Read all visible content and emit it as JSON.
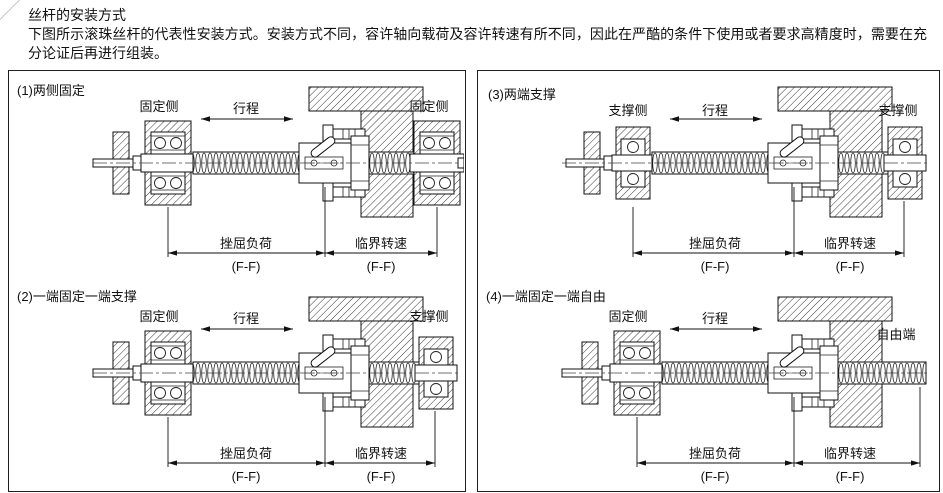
{
  "page": {
    "title": "丝杆的安装方式",
    "intro": "下图所示滚珠丝杆的代表性安装方式。安装方式不同，容许轴向载荷及容许转速有所不同，因此在严酷的条件下使用或者要求高精度时，需要在充分论证后再进行组装。"
  },
  "diagrams": [
    {
      "caption": "(1)两侧固定",
      "left_label": "固定侧",
      "stroke_label": "行程",
      "right_label": "固定侧",
      "dim1_label": "挫屈负荷",
      "dim1_sub": "(F-F)",
      "dim2_label": "临界转速",
      "dim2_sub": "(F-F)",
      "left_end": "fixed",
      "right_end": "fixed"
    },
    {
      "caption": "(2)一端固定一端支撑",
      "left_label": "固定侧",
      "stroke_label": "行程",
      "right_label": "支撑侧",
      "dim1_label": "挫屈负荷",
      "dim1_sub": "(F-F)",
      "dim2_label": "临界转速",
      "dim2_sub": "(F-F)",
      "left_end": "fixed",
      "right_end": "support"
    },
    {
      "caption": "(3)两端支撑",
      "left_label": "支撑侧",
      "stroke_label": "行程",
      "right_label": "支撑侧",
      "dim1_label": "挫屈负荷",
      "dim1_sub": "(F-F)",
      "dim2_label": "临界转速",
      "dim2_sub": "(F-F)",
      "left_end": "support",
      "right_end": "support"
    },
    {
      "caption": "(4)一端固定一端自由",
      "left_label": "固定侧",
      "stroke_label": "行程",
      "right_label": "自由端",
      "dim1_label": "挫屈负荷",
      "dim1_sub": "(F-F)",
      "dim2_label": "临界转速",
      "dim2_sub": "(F-F)",
      "left_end": "fixed",
      "right_end": "free"
    }
  ]
}
